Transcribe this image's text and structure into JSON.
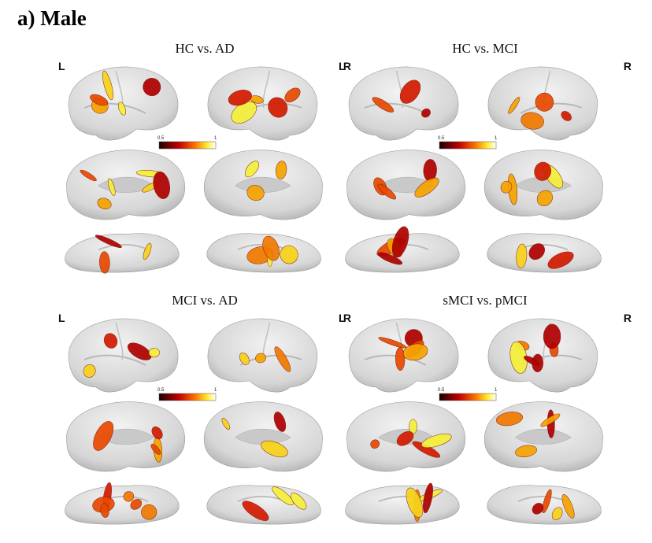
{
  "figure": {
    "title": "a) Male"
  },
  "colorbar": {
    "min_label": "0.5",
    "max_label": "1"
  },
  "panels": [
    {
      "title": "HC vs. AD",
      "left_label": "L",
      "right_label": "R"
    },
    {
      "title": "HC vs. MCI",
      "left_label": "L",
      "right_label": "R"
    },
    {
      "title": "MCI vs. AD",
      "left_label": "L",
      "right_label": "R"
    },
    {
      "title": "sMCI vs. pMCI",
      "left_label": "L",
      "right_label": "R"
    }
  ]
}
